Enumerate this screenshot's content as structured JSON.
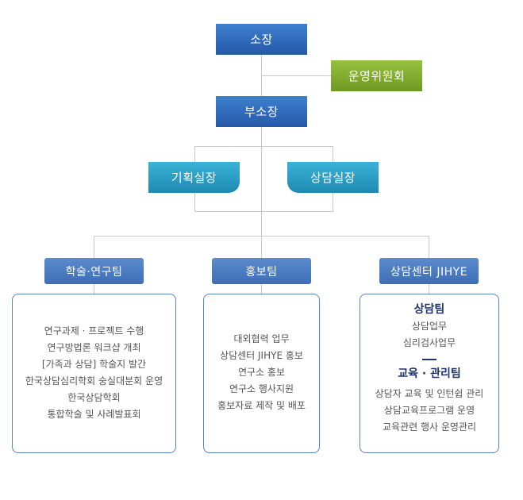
{
  "director": "소장",
  "committee": "운영위원회",
  "deputy": "부소장",
  "planning": "기획실장",
  "counseling_head": "상담실장",
  "teams": [
    {
      "title": "학술·연구팀",
      "items": [
        "연구과제 · 프로젝트 수행",
        "연구방법론 워크샵 개최",
        "[가족과 상담] 학술지 발간",
        "한국상담심리학회 숭실대분회 운영",
        "한국상담학회",
        "통합학술 및 사례발표회"
      ]
    },
    {
      "title": "홍보팀",
      "items": [
        "대외협력 업무",
        "상담센터 JIHYE 홍보",
        "연구소 홍보",
        "연구소 행사지원",
        "홍보자료 제작 및 배포"
      ]
    },
    {
      "title": "상담센터 JIHYE",
      "groups": [
        {
          "heading": "상담팀",
          "items": [
            "상담업무",
            "심리검사업무"
          ]
        },
        {
          "heading": "교육 · 관리팀",
          "items": [
            "상담자 교육 및 인턴쉽 관리",
            "상담교육프로그램 운영",
            "교육관련 행사 운영관리"
          ]
        }
      ]
    }
  ],
  "colors": {
    "blue": "#2f6bbd",
    "green": "#84ad2f",
    "teal": "#2a9fc6",
    "team": "#4b7cc1",
    "border": "#5b82c2",
    "heading": "#1f3569"
  }
}
